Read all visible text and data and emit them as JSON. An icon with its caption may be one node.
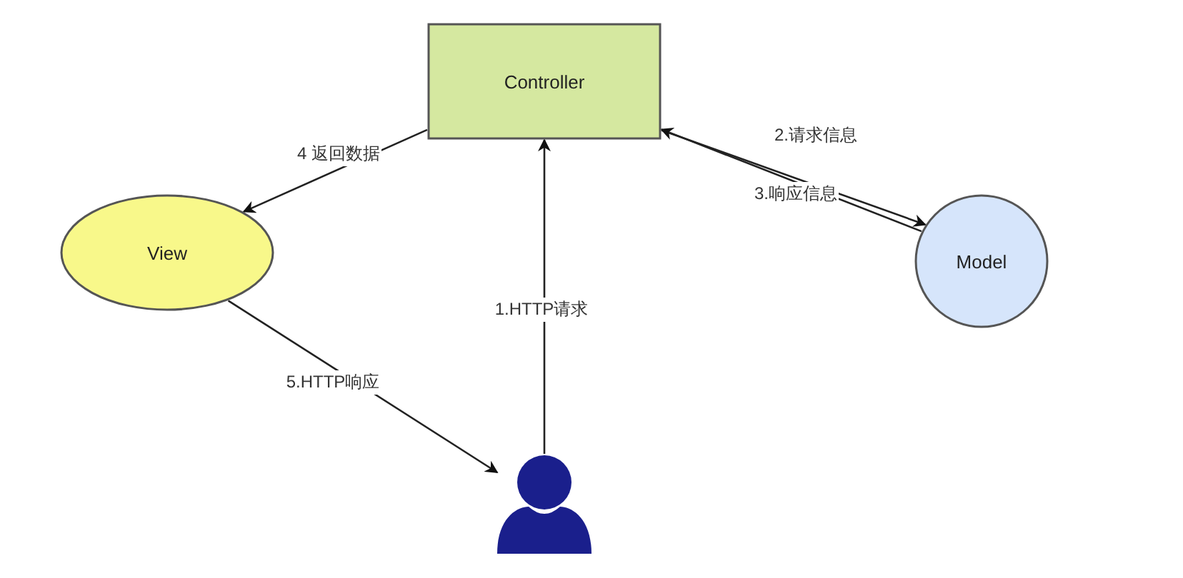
{
  "diagram": {
    "nodes": [
      {
        "text": [
          "Controller"
        ]
      },
      {
        "text": [
          "View"
        ]
      },
      {
        "text": [
          "Model"
        ]
      },
      {
        "text": [],
        "shape": "person"
      }
    ],
    "edges": [
      {
        "from": 3,
        "to": 0,
        "arrow": "to",
        "label": "1.HTTP请求"
      },
      {
        "from": 0,
        "to": 2,
        "arrow": "to",
        "label": "2.请求信息"
      },
      {
        "from": 2,
        "to": 0,
        "arrow": "to",
        "label": "3.响应信息"
      },
      {
        "from": 0,
        "to": 1,
        "arrow": "to",
        "label": "4 返回数据"
      },
      {
        "from": 1,
        "to": 3,
        "arrow": "to",
        "label": "5.HTTP响应"
      }
    ]
  }
}
